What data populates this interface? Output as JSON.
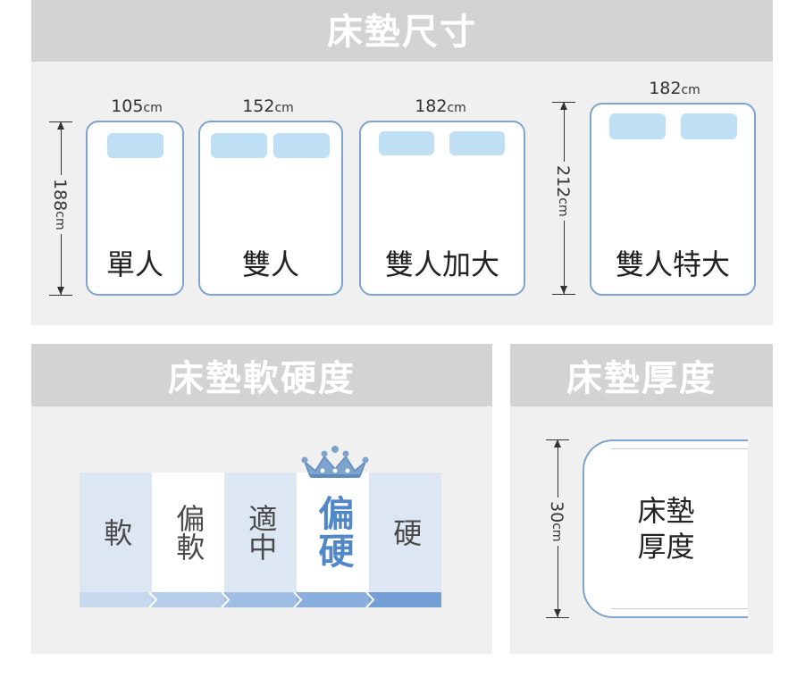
{
  "size_section": {
    "title": "床墊尺寸",
    "beds": [
      {
        "name": "單人",
        "width": "105",
        "unit": "cm",
        "pillows": 1
      },
      {
        "name": "雙人",
        "width": "152",
        "unit": "cm",
        "pillows": 2
      },
      {
        "name": "雙人加大",
        "width": "182",
        "unit": "cm",
        "pillows": 2
      },
      {
        "name": "雙人特大",
        "width": "182",
        "unit": "cm",
        "pillows": 2
      }
    ],
    "length_standard": {
      "value": "188",
      "unit": "cm"
    },
    "length_long": {
      "value": "212",
      "unit": "cm"
    }
  },
  "firmness_section": {
    "title": "床墊軟硬度",
    "levels": [
      {
        "label": "軟"
      },
      {
        "label": "偏軟"
      },
      {
        "label": "適中"
      },
      {
        "label": "偏硬",
        "highlighted": true
      },
      {
        "label": "硬"
      }
    ],
    "highlight_icon": "crown-icon"
  },
  "thickness_section": {
    "title": "床墊厚度",
    "value": "30",
    "unit": "cm",
    "label_line1": "床墊",
    "label_line2": "厚度"
  },
  "colors": {
    "header_bg": "#d3d3d3",
    "panel_bg": "#f0f0f0",
    "bed_border": "#7ea3cc",
    "pillow": "#bfe0f4",
    "highlight_text": "#4f87c9"
  }
}
